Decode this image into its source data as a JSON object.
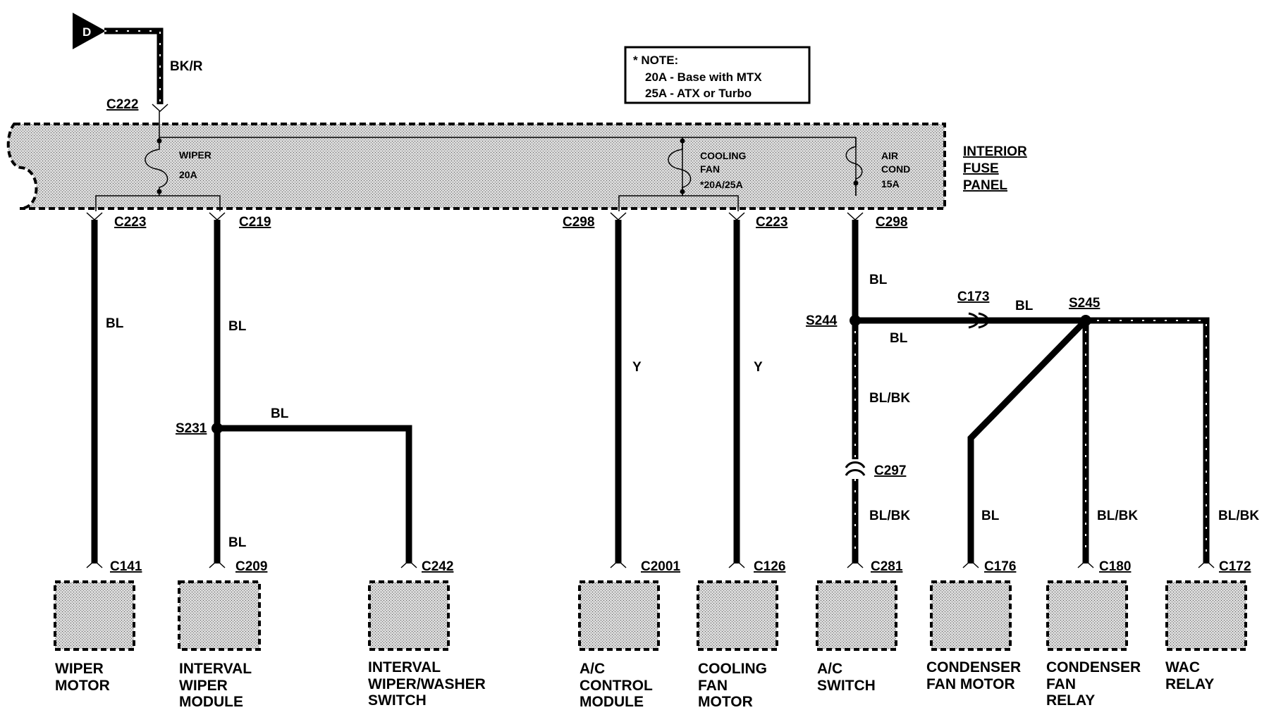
{
  "ground": {
    "symbol": "D"
  },
  "fuse_panel": {
    "title": [
      "INTERIOR",
      "FUSE",
      "PANEL"
    ],
    "fuses": [
      {
        "name": "WIPER",
        "rating": "20A"
      },
      {
        "name_line1": "COOLING",
        "name_line2": "FAN",
        "rating": "*20A/25A"
      },
      {
        "name_line1": "AIR",
        "name_line2": "COND",
        "rating": "15A"
      }
    ]
  },
  "note": {
    "heading": "* NOTE:",
    "lines": [
      "20A - Base with MTX",
      "25A - ATX or Turbo"
    ]
  },
  "connectors": {
    "c222": "C222",
    "c223_a": "C223",
    "c219": "C219",
    "c298_a": "C298",
    "c223_b": "C223",
    "c298_b": "C298",
    "c173": "C173",
    "c297": "C297",
    "c141": "C141",
    "c209": "C209",
    "c242": "C242",
    "c2001": "C2001",
    "c126": "C126",
    "c281": "C281",
    "c176": "C176",
    "c180": "C180",
    "c172": "C172"
  },
  "splices": {
    "s231": "S231",
    "s244": "S244",
    "s245": "S245"
  },
  "wire_colors": {
    "feed": "BK/R",
    "w1": "BL",
    "w2": "BL",
    "w2_branch": "BL",
    "w2_lower": "BL",
    "w3": "Y",
    "w4": "Y",
    "w5_upper": "BL",
    "w5_horiz": "BL",
    "w5_horiz_right": "BL",
    "w5_down": "BL/BK",
    "w5_down2": "BL/BK",
    "w6": "BL",
    "w7": "BL/BK",
    "w8": "BL/BK"
  },
  "components": {
    "wiper_motor": [
      "WIPER",
      "MOTOR"
    ],
    "interval_wiper_module": [
      "INTERVAL",
      "WIPER",
      "MODULE"
    ],
    "interval_switch": [
      "INTERVAL",
      "WIPER/WASHER",
      "SWITCH"
    ],
    "ac_control_module": [
      "A/C",
      "CONTROL",
      "MODULE"
    ],
    "cooling_fan_motor": [
      "COOLING",
      "FAN",
      "MOTOR"
    ],
    "ac_switch": [
      "A/C",
      "SWITCH"
    ],
    "condenser_fan_motor": [
      "CONDENSER",
      "FAN MOTOR"
    ],
    "condenser_fan_relay": [
      "CONDENSER",
      "FAN",
      "RELAY"
    ],
    "wac_relay": [
      "WAC",
      "RELAY"
    ]
  }
}
